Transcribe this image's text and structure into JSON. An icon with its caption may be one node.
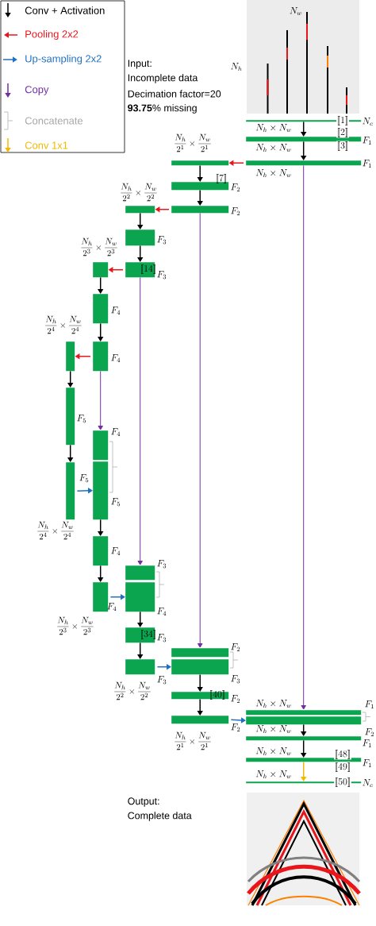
{
  "diagram": {
    "nodes": [
      {
        "text": [],
        "shape": "bar"
      },
      {
        "text": [],
        "shape": "bar"
      },
      {
        "text": [],
        "shape": "bar"
      },
      {
        "text": [],
        "shape": "bar"
      },
      {
        "text": [],
        "shape": "bar"
      },
      {
        "text": [],
        "shape": "bar"
      },
      {
        "text": [],
        "shape": "bar"
      },
      {
        "text": [],
        "shape": "bar"
      },
      {
        "text": [],
        "shape": "bar"
      },
      {
        "text": [],
        "shape": "bar"
      },
      {
        "text": [],
        "shape": "bar"
      },
      {
        "text": [],
        "shape": "bar"
      },
      {
        "text": [],
        "shape": "bar"
      },
      {
        "text": [],
        "shape": "bar"
      },
      {
        "text": [],
        "shape": "bar"
      },
      {
        "text": [],
        "shape": "bar"
      },
      {
        "text": [],
        "shape": "bar"
      },
      {
        "text": [],
        "shape": "bar"
      },
      {
        "text": [],
        "shape": "bar"
      },
      {
        "text": [],
        "shape": "bar"
      },
      {
        "text": [],
        "shape": "bar"
      },
      {
        "text": [],
        "shape": "bar"
      },
      {
        "text": [],
        "shape": "bar"
      },
      {
        "text": [],
        "shape": "bar"
      },
      {
        "text": [],
        "shape": "bar"
      },
      {
        "text": [],
        "shape": "bar"
      },
      {
        "text": [],
        "shape": "bar"
      },
      {
        "text": [],
        "shape": "bar"
      },
      {
        "text": [],
        "shape": "bar"
      },
      {
        "text": [],
        "shape": "bar"
      },
      {
        "text": [],
        "shape": "bar"
      },
      {
        "text": [],
        "shape": "bar"
      }
    ],
    "edges": [
      {
        "from": 0,
        "to": 1,
        "arrow": "to"
      },
      {
        "from": 1,
        "to": 2,
        "arrow": "to"
      },
      {
        "from": 2,
        "to": 3,
        "arrow": "to",
        "color": "#e8151b"
      },
      {
        "from": 3,
        "to": 4,
        "arrow": "to"
      },
      {
        "from": 4,
        "to": 5,
        "arrow": "to"
      },
      {
        "from": 5,
        "to": 6,
        "arrow": "to",
        "color": "#e8151b"
      },
      {
        "from": 6,
        "to": 7,
        "arrow": "to"
      },
      {
        "from": 7,
        "to": 8,
        "arrow": "to"
      },
      {
        "from": 8,
        "to": 9,
        "arrow": "to",
        "color": "#e8151b"
      },
      {
        "from": 9,
        "to": 10,
        "arrow": "to"
      },
      {
        "from": 10,
        "to": 11,
        "arrow": "to"
      },
      {
        "from": 11,
        "to": 12,
        "arrow": "to",
        "color": "#e8151b"
      },
      {
        "from": 12,
        "to": 13,
        "arrow": "to"
      },
      {
        "from": 13,
        "to": 14,
        "arrow": "to"
      },
      {
        "from": 11,
        "to": 15,
        "arrow": "to",
        "color": "#7030a0"
      },
      {
        "from": 14,
        "to": 16,
        "arrow": "to",
        "color": "#1f70c1"
      },
      {
        "from": 16,
        "to": 17,
        "arrow": "to"
      },
      {
        "from": 17,
        "to": 18,
        "arrow": "to"
      },
      {
        "from": 8,
        "to": 19,
        "arrow": "to",
        "color": "#7030a0"
      },
      {
        "from": 18,
        "to": 20,
        "arrow": "to",
        "color": "#1f70c1"
      },
      {
        "from": 20,
        "to": 21,
        "arrow": "to"
      },
      {
        "from": 21,
        "to": 22,
        "arrow": "to"
      },
      {
        "from": 5,
        "to": 23,
        "arrow": "to",
        "color": "#7030a0"
      },
      {
        "from": 22,
        "to": 24,
        "arrow": "to",
        "color": "#1f70c1"
      },
      {
        "from": 24,
        "to": 25,
        "arrow": "to"
      },
      {
        "from": 25,
        "to": 26,
        "arrow": "to"
      },
      {
        "from": 2,
        "to": 27,
        "arrow": "to",
        "color": "#7030a0"
      },
      {
        "from": 26,
        "to": 28,
        "arrow": "to",
        "color": "#1f70c1"
      },
      {
        "from": 28,
        "to": 29,
        "arrow": "to"
      },
      {
        "from": 29,
        "to": 30,
        "arrow": "to"
      },
      {
        "from": 30,
        "to": 31,
        "arrow": "to",
        "color": "#f5b800"
      }
    ],
    "labels": [
      "N_w",
      "Input:",
      "N_h",
      "Incomplete data",
      "Decimation factor=20",
      "**93.75**% missing",
      "[\\![1]\\!]",
      "N_c",
      "N_h \\times N_w",
      "[\\![2]\\!]",
      "F_1",
      "N_h \\times N_w",
      "[\\![3]\\!]",
      "\\frac{N_h}{2^1} \\times \\frac{N_w}{2^1}",
      "F_1",
      "N_h \\times N_w",
      "\\frac{N_h}{2^2} \\times \\frac{N_w}{2^2}",
      "[\\![7]\\!]",
      "F_2",
      "F_2",
      "F_3",
      "\\frac{N_h}{2^3} \\times \\frac{N_w}{2^3}",
      "[\\![14]\\!]",
      "F_3",
      "F_4",
      "\\frac{N_h}{2^4} \\times \\frac{N_w}{2^4}",
      "F_4",
      "F_5",
      "F_4",
      "F_5",
      "F_5",
      "\\frac{N_h}{2^4} \\times \\frac{N_w}{2^4}",
      "F_4",
      "F_3",
      "F_4",
      "F_4",
      "\\frac{N_h}{2^3} \\times \\frac{N_w}{2^3}",
      "[\\![34]\\!]",
      "F_3",
      "F_2",
      "F_3",
      "\\frac{N_h}{2^2} \\times \\frac{N_w}{2^2}",
      "F_3",
      "[\\![40]\\!]",
      "F_2",
      "N_h \\times N_w",
      "F_2",
      "\\frac{N_h}{2^1} \\times \\frac{N_w}{2^1}",
      "F_1",
      "F_2",
      "N_h \\times N_w",
      "F_1",
      "N_h \\times N_w",
      "[\\![48]\\!]",
      "[\\![49]\\!]",
      "F_1",
      "N_h \\times N_w",
      "[\\![50]\\!]",
      "N_c",
      "Output:",
      "Complete data"
    ],
    "legend": [
      {
        "text": "Conv + Activation"
      },
      {
        "text": "Pooling 2x2"
      },
      {
        "text": "Up-sampling 2x2"
      },
      {
        "text": "Copy"
      },
      {
        "text": "Concatenate"
      },
      {
        "text": "Conv 1x1"
      }
    ]
  }
}
